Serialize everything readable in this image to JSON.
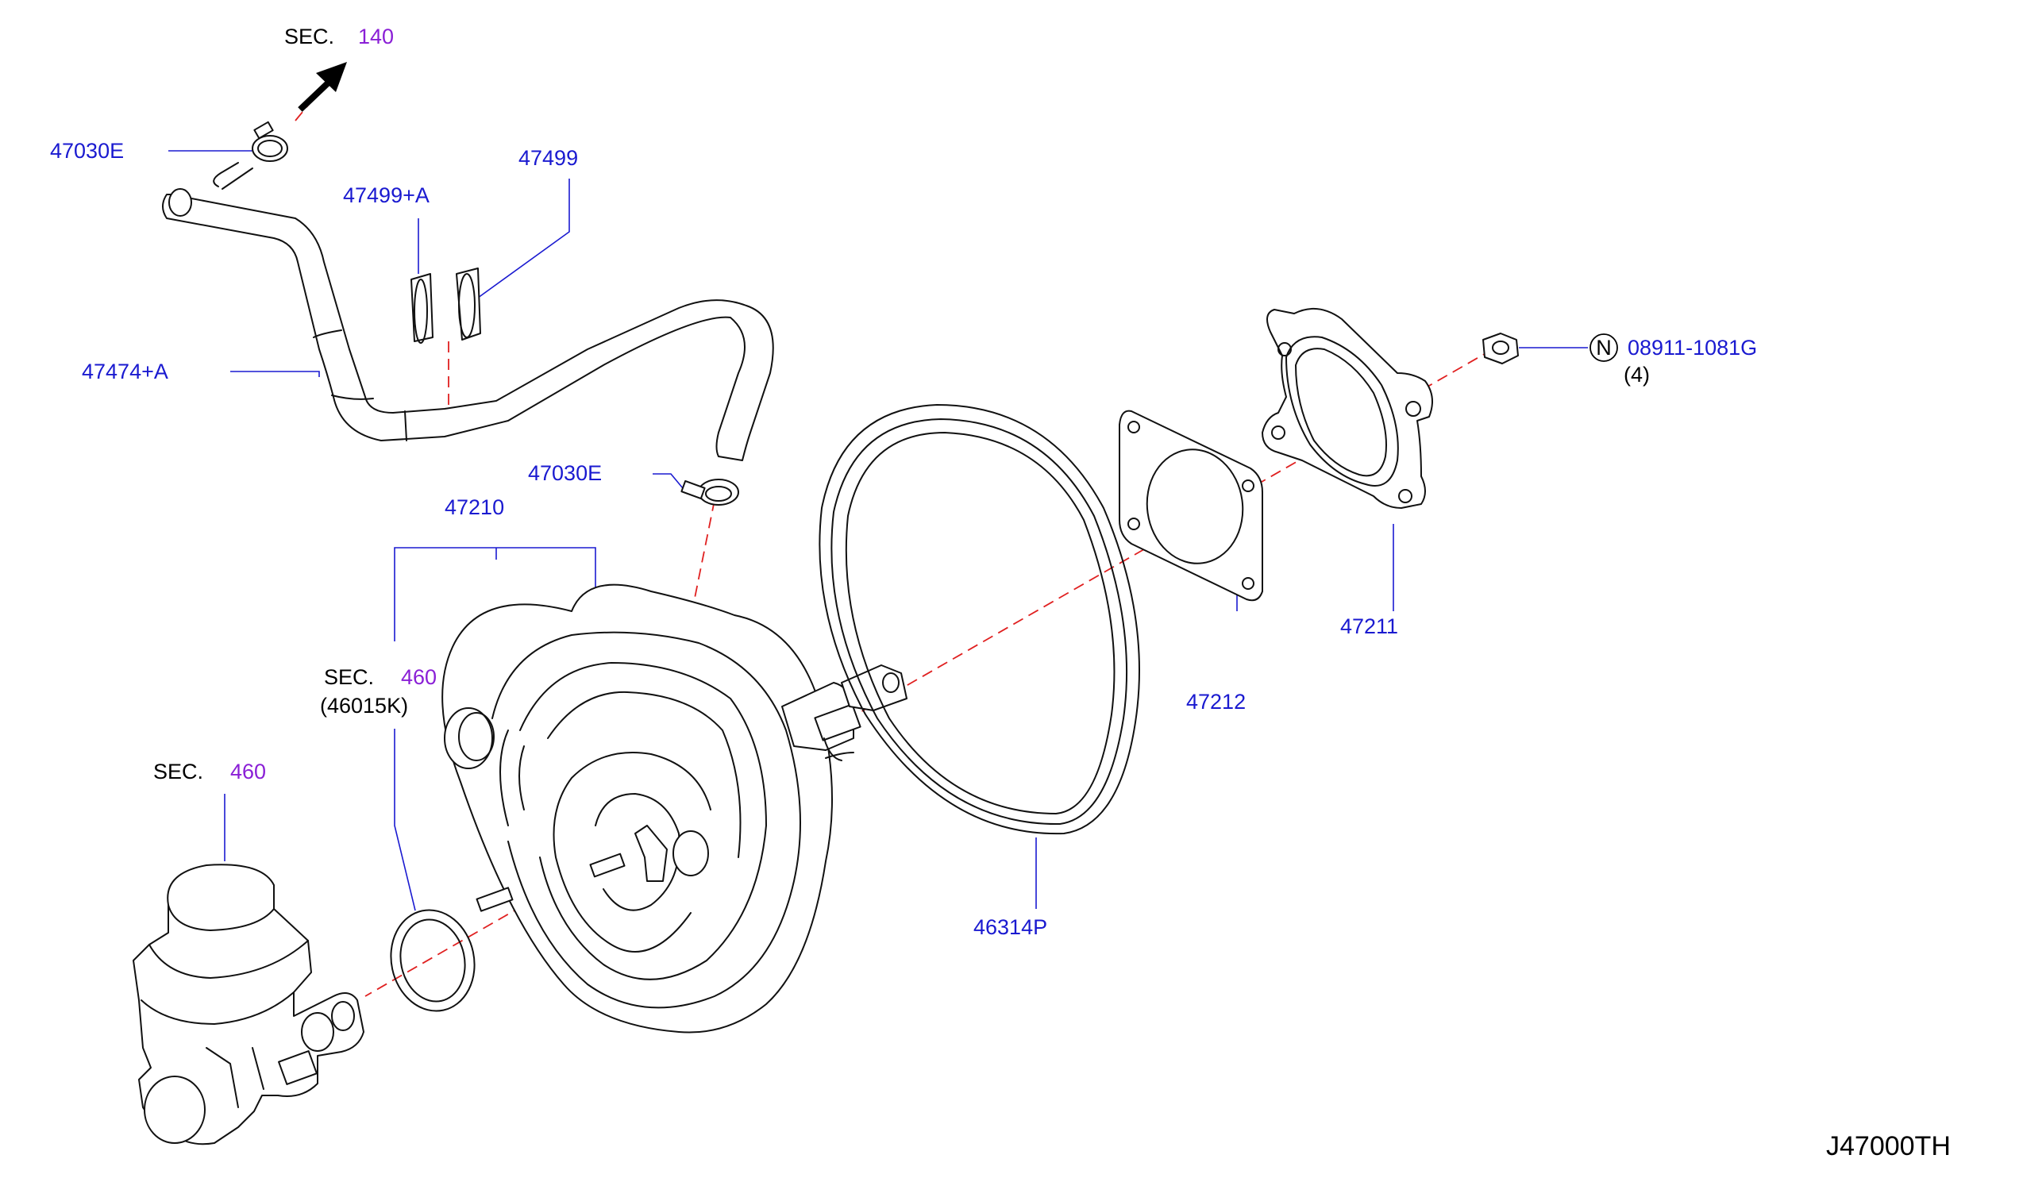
{
  "sec_top": {
    "prefix": "SEC.",
    "number": "140"
  },
  "sec_mid": {
    "prefix": "SEC.",
    "number": "460",
    "sub": "(46015K)"
  },
  "sec_low": {
    "prefix": "SEC.",
    "number": "460"
  },
  "parts": {
    "p47030e_top": "47030E",
    "p47499a": "47499+A",
    "p47499": "47499",
    "p47474a": "47474+A",
    "p47030e_mid": "47030E",
    "p47210": "47210",
    "p47212": "47212",
    "p47211": "47211",
    "p46314p": "46314P",
    "nut_code": "N",
    "nut_part": "08911-1081G",
    "nut_qty": "(4)"
  },
  "diagram_ref": "J47000TH",
  "colors": {
    "part_label": "#1a1ad0",
    "section_number": "#8a1fd6",
    "centerline": "#e02020"
  }
}
